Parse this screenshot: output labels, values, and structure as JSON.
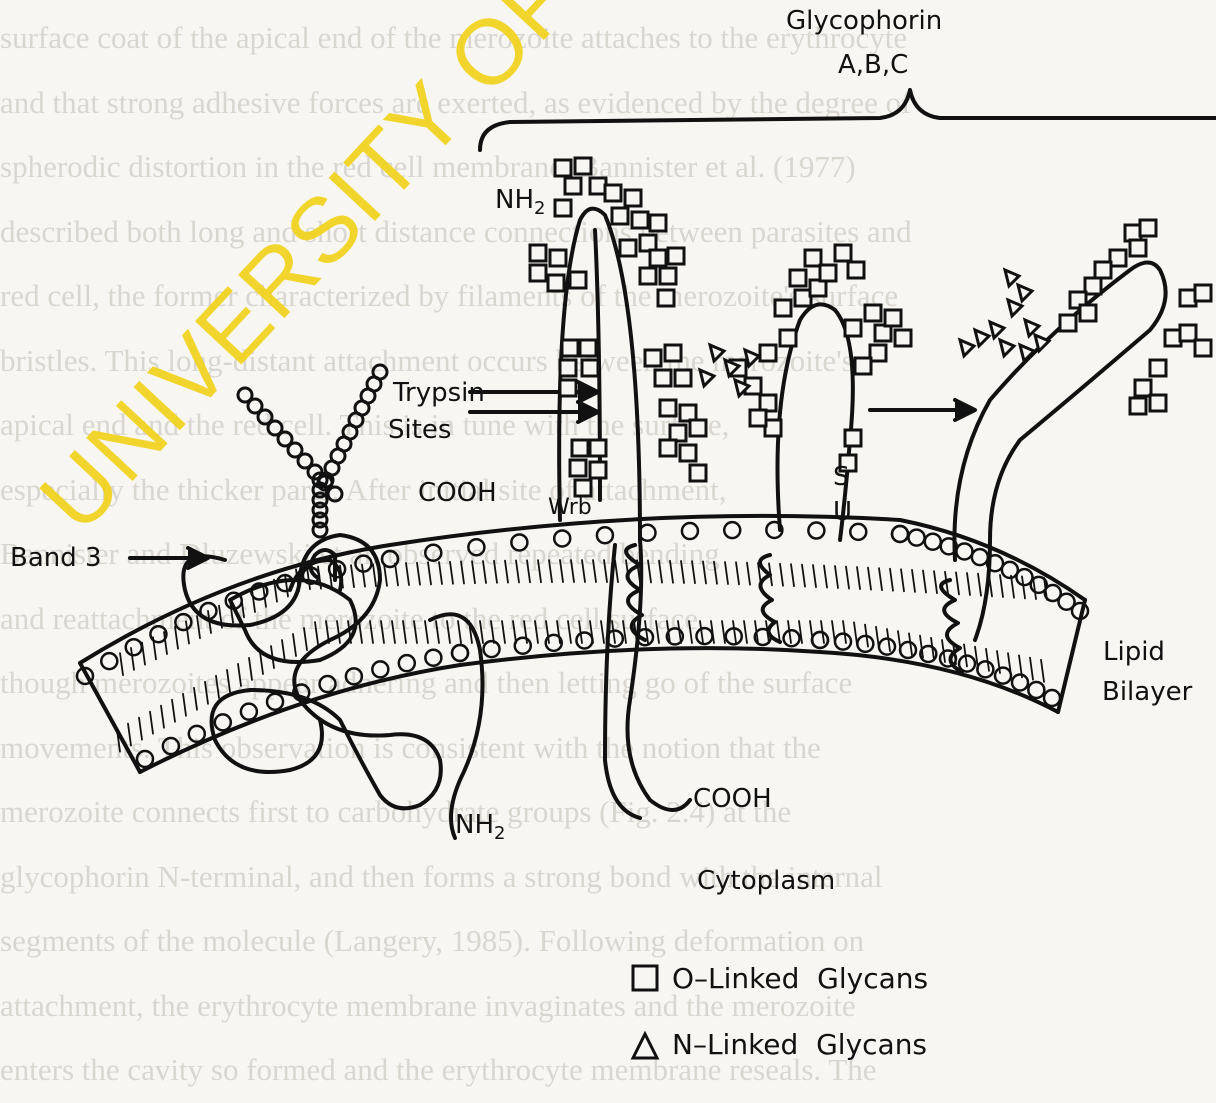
{
  "background_text_lines": [
    "surface coat of the apical end of the merozoite attaches to the erythrocyte",
    "and that strong adhesive forces are exerted, as evidenced by the degree of",
    "spherodic distortion in the red cell membrane. Bannister et al. (1977)",
    "described both long and short distance connections between parasites and",
    "red cell, the former characterized by filaments of the merozoite's surface",
    "bristles. This long-distant attachment occurs between the merozoite's",
    "apical end and the red cell. This is in tune with the surface,",
    "especially the thicker parts. After initial site of attachment,",
    "Bannister and Dluzewski et al. observed repeated bending",
    "and reattachment of the merozoite to the red cell surface,",
    "though merozoites appear adhering and then letting go of the surface",
    "movements. This observation is consistent with the notion that the",
    "merozoite connects first to carbohydrate groups (Fig. 2.4) at the",
    "glycophorin N-terminal, and then forms a strong bond with the internal",
    "segments of the molecule (Langery, 1985). Following deformation on",
    "attachment, the erythrocyte membrane invaginates and the merozoite",
    "enters the cavity so formed and the erythrocyte membrane reseals. The"
  ],
  "labels": {
    "glycophorin": "Glycophorin",
    "glycophorin_types": "A,B,C",
    "nh2_top": "NH",
    "nh2_top_sub": "2",
    "trypsin": "Trypsin",
    "sites": "Sites",
    "cooh_top": "COOH",
    "wrb": "Wrb",
    "s": "S",
    "u": "U",
    "band3": "Band 3",
    "lipid": "Lipid",
    "bilayer": "Bilayer",
    "cooh_bottom": "COOH",
    "nh2_bottom": "NH",
    "nh2_bottom_sub": "2",
    "cytoplasm": "Cytoplasm"
  },
  "legend": [
    {
      "symbol": "square",
      "label": "O–Linked  Glycans"
    },
    {
      "symbol": "triangle",
      "label": "N–Linked  Glycans"
    }
  ],
  "watermark": "UNIVERSITY OF IBADAN LIBRARY",
  "colors": {
    "ink": "#111111",
    "watermark": "#f2d31c",
    "paper": "#f7f6f2",
    "faded_text": "#bfbcb3"
  }
}
